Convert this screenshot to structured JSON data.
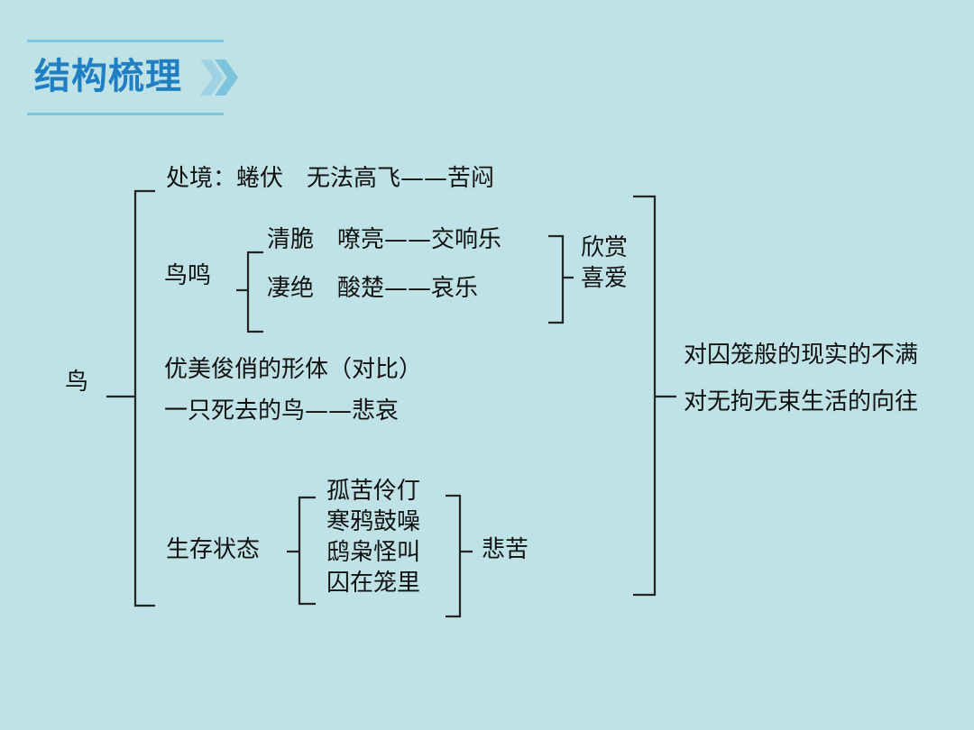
{
  "title": "结构梳理",
  "root": "鸟",
  "situation": "处境：蜷伏　无法高飞——苦闷",
  "song": {
    "label": "鸟鸣",
    "lines": [
      "清脆　嘹亮——交响乐",
      "凄绝　酸楚——哀乐"
    ],
    "result": [
      "欣赏",
      "喜爱"
    ]
  },
  "contrast": [
    "优美俊俏的形体（对比）",
    "一只死去的鸟——悲哀"
  ],
  "living": {
    "label": "生存状态",
    "items": [
      "孤苦伶仃",
      "寒鸦鼓噪",
      "鸱枭怪叫",
      "囚在笼里"
    ],
    "result": "悲苦"
  },
  "conclusion": [
    "对囚笼般的现实的不满",
    "对无拘无束生活的向往"
  ],
  "colors": {
    "background": "#bfe2e6",
    "title": "#1f7fc2",
    "rule": "#7cc8df"
  }
}
